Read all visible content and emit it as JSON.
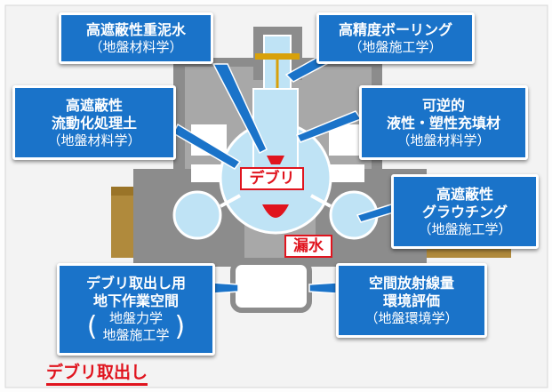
{
  "callouts": {
    "mud_water": {
      "title": "高遮蔽性重泥水",
      "sub": "（地盤材料学）"
    },
    "boring": {
      "title": "高精度ボーリング",
      "sub": "（地盤施工学）"
    },
    "fluid_soil": {
      "title1": "高遮蔽性",
      "title2": "流動化処理土",
      "sub": "（地盤材料学）"
    },
    "reversible": {
      "title1": "可逆的",
      "title2": "液性・塑性充填材",
      "sub": "（地盤材料学）"
    },
    "grouting": {
      "title1": "高遮蔽性",
      "title2": "グラウチング",
      "sub": "（地盤施工学）"
    },
    "workspace": {
      "title1": "デブリ取出し用",
      "title2": "地下作業空間",
      "sub1": "地盤力学",
      "sub2": "地盤施工学"
    },
    "radiation": {
      "title1": "空間放射線量",
      "title2": "環境評価",
      "sub": "（地盤環境学）"
    }
  },
  "tags": {
    "debris": "デブリ",
    "leak": "漏水"
  },
  "footer_label": "デブリ取出し",
  "colors": {
    "callout_blue": "#1a73c9",
    "accent_red": "#e0141e",
    "soil_brown": "#b08a3c",
    "structure_gray": "#8c8c8c",
    "water_blue": "#bfe3f5"
  }
}
